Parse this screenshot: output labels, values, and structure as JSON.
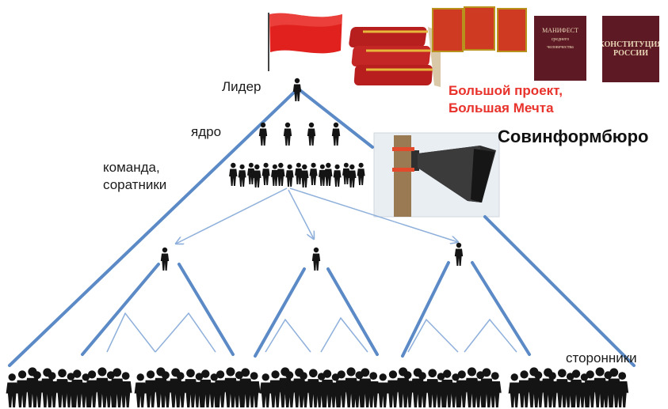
{
  "labels": {
    "leader": "Лидер",
    "core": "ядро",
    "team_line1": "команда,",
    "team_line2": "соратники",
    "supporters": "сторонники"
  },
  "slogan": {
    "line1": "Большой проект,",
    "line2": "Большая Мечта"
  },
  "sovinformburo": "Совинформбюро",
  "books": {
    "manifesto_line1": "МАНИФЕСТ",
    "manifesto_line2": "среднего",
    "manifesto_line3": "человечества",
    "constitution_line1": "КОНСТИТУЦИЯ",
    "constitution_line2": "РОССИИ"
  },
  "icons": {
    "flag": "red-flag-icon",
    "book_stack": "book-stack-icon",
    "loudspeaker": "loudspeaker-icon",
    "person": "person-silhouette-icon",
    "crowd": "crowd-silhouette-icon"
  },
  "colors": {
    "tree_lines": "#5b8ac6",
    "thin_lines": "#8fb0db",
    "slogan": "#e8322b",
    "flag": "#e0211d",
    "silhouette": "#141414"
  }
}
